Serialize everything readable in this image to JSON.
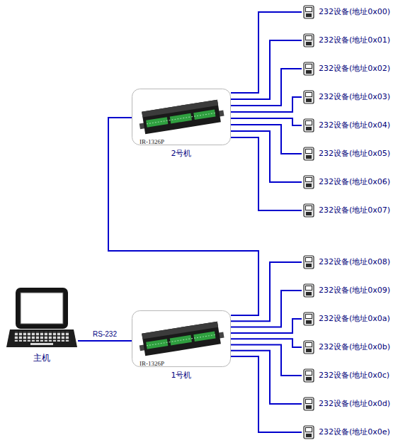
{
  "diagram": {
    "nodes": [
      {
        "text": [
          "主机"
        ]
      },
      {
        "text": [
          "IR-1326P",
          "1号机"
        ]
      },
      {
        "text": [
          "IR-1326P",
          "2号机"
        ]
      },
      {
        "text": [
          "232设备(地址0x00)"
        ]
      },
      {
        "text": [
          "232设备(地址0x01)"
        ]
      },
      {
        "text": [
          "232设备(地址0x02)"
        ]
      },
      {
        "text": [
          "232设备(地址0x03)"
        ]
      },
      {
        "text": [
          "232设备(地址0x04)"
        ]
      },
      {
        "text": [
          "232设备(地址0x05)"
        ]
      },
      {
        "text": [
          "232设备(地址0x06)"
        ]
      },
      {
        "text": [
          "232设备(地址0x07)"
        ]
      },
      {
        "text": [
          "232设备(地址0x08)"
        ]
      },
      {
        "text": [
          "232设备(地址0x09)"
        ]
      },
      {
        "text": [
          "232设备(地址0x0a)"
        ]
      },
      {
        "text": [
          "232设备(地址0x0b)"
        ]
      },
      {
        "text": [
          "232设备(地址0x0c)"
        ]
      },
      {
        "text": [
          "232设备(地址0x0d)"
        ]
      },
      {
        "text": [
          "232设备(地址0x0e)"
        ]
      }
    ],
    "edges": [
      {
        "from": 0,
        "to": 1,
        "arrow": "none",
        "label": "RS-232"
      },
      {
        "from": 1,
        "to": 2,
        "arrow": "none"
      },
      {
        "from": 2,
        "to": 3,
        "arrow": "none"
      },
      {
        "from": 2,
        "to": 4,
        "arrow": "none"
      },
      {
        "from": 2,
        "to": 5,
        "arrow": "none"
      },
      {
        "from": 2,
        "to": 6,
        "arrow": "none"
      },
      {
        "from": 2,
        "to": 7,
        "arrow": "none"
      },
      {
        "from": 2,
        "to": 8,
        "arrow": "none"
      },
      {
        "from": 2,
        "to": 9,
        "arrow": "none"
      },
      {
        "from": 2,
        "to": 10,
        "arrow": "none"
      },
      {
        "from": 1,
        "to": 11,
        "arrow": "none"
      },
      {
        "from": 1,
        "to": 12,
        "arrow": "none"
      },
      {
        "from": 1,
        "to": 13,
        "arrow": "none"
      },
      {
        "from": 1,
        "to": 14,
        "arrow": "none"
      },
      {
        "from": 1,
        "to": 15,
        "arrow": "none"
      },
      {
        "from": 1,
        "to": 16,
        "arrow": "none"
      },
      {
        "from": 1,
        "to": 17,
        "arrow": "none"
      }
    ]
  }
}
